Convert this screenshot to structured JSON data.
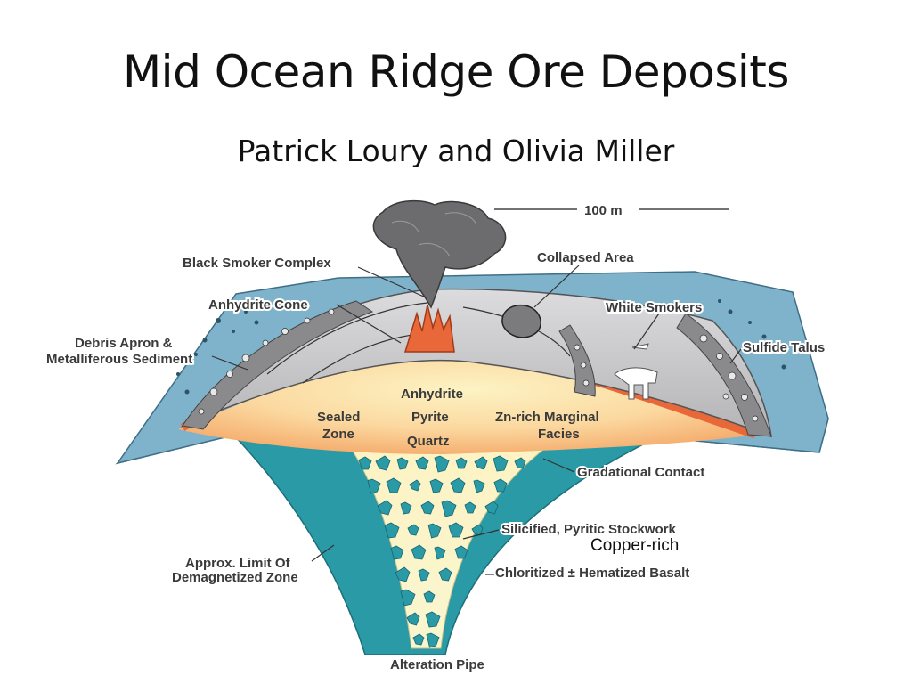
{
  "slide": {
    "title": "Mid Ocean Ridge Ore Deposits",
    "subtitle": "Patrick Loury and Olivia Miller"
  },
  "diagram": {
    "scale_label": "100 m",
    "labels": {
      "black_smoker_complex": "Black Smoker Complex",
      "collapsed_area": "Collapsed Area",
      "anhydrite_cone": "Anhydrite Cone",
      "white_smokers": "White Smokers",
      "debris_apron_line1": "Debris Apron &",
      "debris_apron_line2": "Metalliferous Sediment",
      "sulfide_talus": "Sulfide Talus",
      "anhydrite": "Anhydrite",
      "pyrite": "Pyrite",
      "quartz": "Quartz",
      "sealed_zone_line1": "Sealed",
      "sealed_zone_line2": "Zone",
      "zn_rich_line1": "Zn-rich Marginal",
      "zn_rich_line2": "Facies",
      "gradational_contact": "Gradational Contact",
      "stockwork": "Silicified, Pyritic Stockwork",
      "copper_rich": "Copper-rich",
      "basalt": "Chloritized ± Hematized Basalt",
      "demag_line1": "Approx. Limit Of",
      "demag_line2": "Demagnetized Zone",
      "alteration_pipe": "Alteration Pipe"
    },
    "colors": {
      "seafloor_top": "#7fb3cc",
      "seafloor_side": "#9ec6d9",
      "teal": "#2a9aa6",
      "teal_dark": "#1d7e89",
      "sulfide_core": "#f7c78f",
      "core_pale": "#fdf3c4",
      "orange_rim": "#e8683a",
      "mound_gray": "#c9c9cb",
      "talus_gray": "#8a8a8c",
      "plume": "#6c6c6e"
    }
  }
}
